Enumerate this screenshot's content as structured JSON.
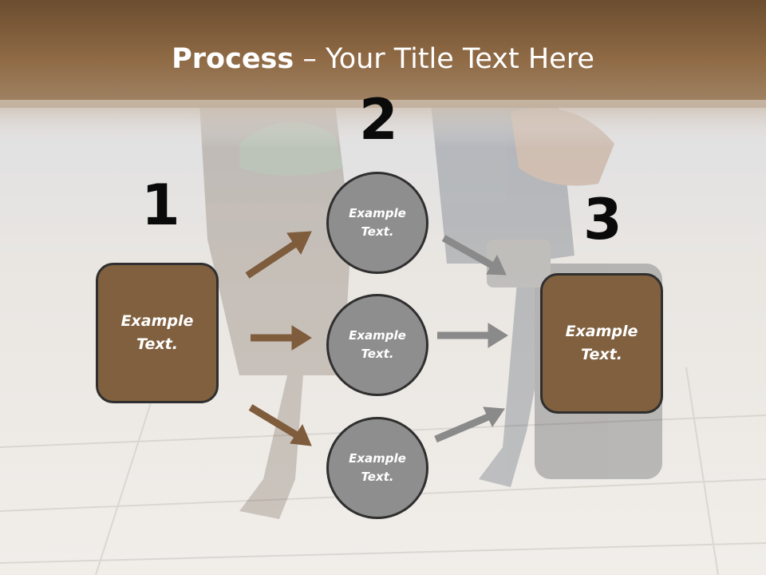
{
  "title": {
    "bold": "Process",
    "rest": " – Your Title Text Here"
  },
  "steps": [
    {
      "number": "1",
      "text": "Example Text."
    },
    {
      "number": "2",
      "text": "Example Text."
    },
    {
      "number": "3",
      "text": "Example Text."
    }
  ],
  "circles": [
    {
      "text": "Example Text."
    },
    {
      "text": "Example Text."
    },
    {
      "text": "Example Text."
    }
  ],
  "colors": {
    "header": "#7d5c39",
    "box_fill": "#80603f",
    "circle_fill": "#8e8e8e",
    "outline": "#2f2f2f",
    "arrow_brown": "#7e5c3c",
    "arrow_gray": "#8a8a8a"
  }
}
